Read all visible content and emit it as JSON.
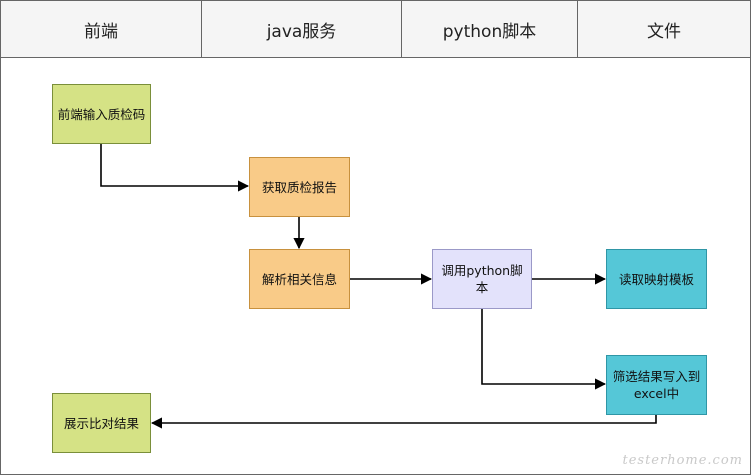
{
  "lanes": [
    {
      "label": "前端"
    },
    {
      "label": "java服务"
    },
    {
      "label": "python脚本"
    },
    {
      "label": "文件"
    }
  ],
  "nodes": {
    "input_code": "前端输入质检码",
    "get_report": "获取质检报告",
    "parse_info": "解析相关信息",
    "call_script": "调用python脚本",
    "read_template": "读取映射模板",
    "filter_write": "筛选结果写入到excel中",
    "show_result": "展示比对结果"
  },
  "colors": {
    "green": "#d5e285",
    "orange": "#f9cb88",
    "lavender": "#e3e2fb",
    "cyan": "#55c7d7"
  },
  "watermark": "testerhome.com"
}
